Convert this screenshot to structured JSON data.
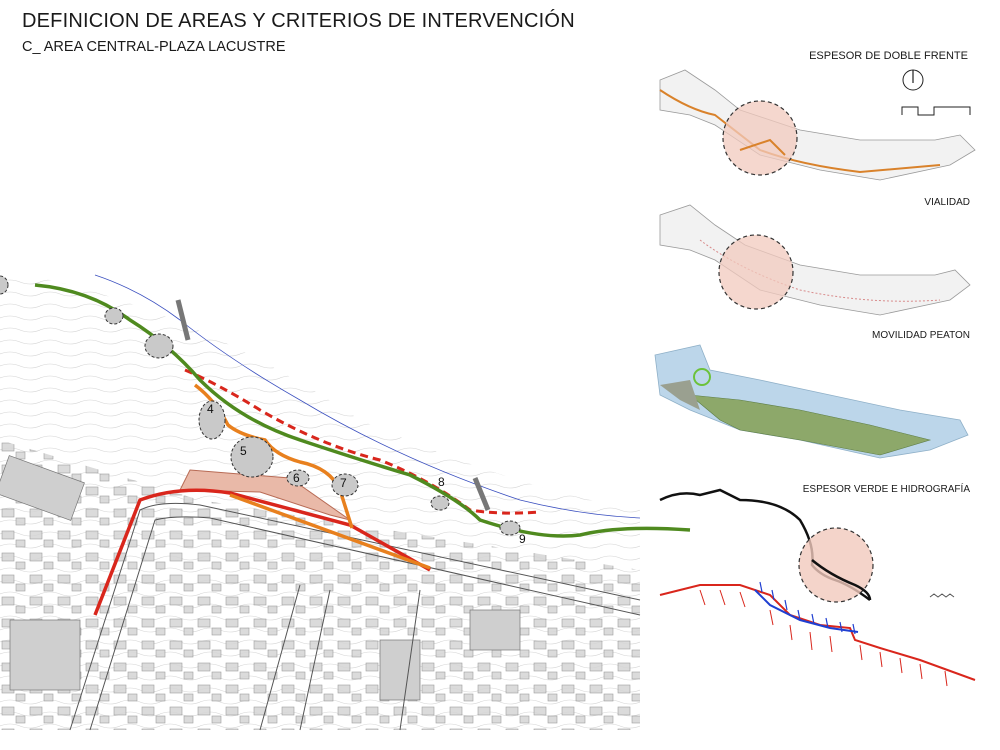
{
  "header": {
    "title": "DEFINICION DE AREAS Y CRITERIOS DE INTERVENCIÓN",
    "subtitle": "C_ AREA CENTRAL-PLAZA LACUSTRE"
  },
  "side_panels": {
    "labels": [
      "ESPESOR DE DOBLE FRENTE",
      "VIALIDAD",
      "MOVILIDAD PEATON",
      "ESPESOR VERDE E HIDROGRAFÍA"
    ]
  },
  "map": {
    "zone_numbers": [
      "4",
      "5",
      "6",
      "7",
      "8",
      "9"
    ]
  },
  "colors": {
    "green_path": "#4f8a1f",
    "orange_path": "#e8801e",
    "red_road": "#d9261c",
    "dashed_red": "#d9261c",
    "plaza_fill": "#e9b9a8",
    "highlight_circle": "#f1c9bd",
    "blue_edge": "#1f3fd1",
    "water": "#bcd6ea"
  }
}
